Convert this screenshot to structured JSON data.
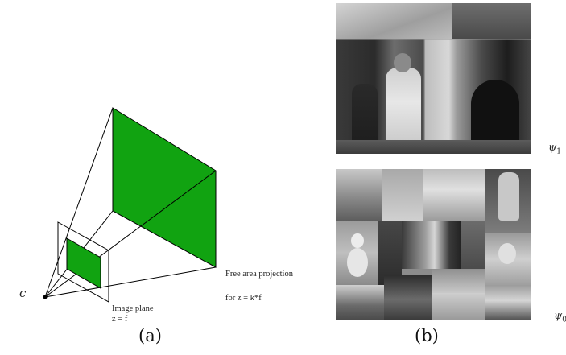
{
  "panel_a": {
    "camera_label": "c",
    "image_plane_label": "Image plane",
    "image_plane_eq": "z = f",
    "projection_label": "Free area projection",
    "projection_eq": "for z = k*f",
    "caption": "(a)",
    "colors": {
      "fill": "#11a311",
      "line": "#000000"
    }
  },
  "panel_b": {
    "upper_label": "ψ",
    "upper_sub": "1",
    "lower_label": "ψ",
    "lower_sub": "0",
    "caption": "(b)",
    "colors": {
      "highlight_box": "#c0282d"
    }
  }
}
